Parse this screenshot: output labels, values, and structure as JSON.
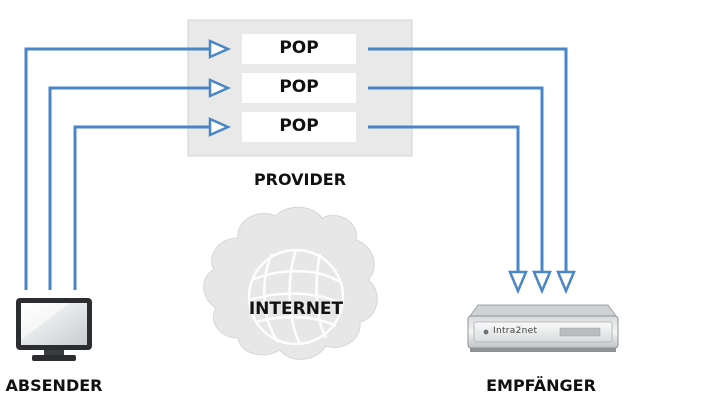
{
  "provider": {
    "label": "PROVIDER",
    "pops": [
      "POP",
      "POP",
      "POP"
    ]
  },
  "internet": {
    "label": "INTERNET"
  },
  "sender": {
    "label": "ABSENDER",
    "icon": "monitor-icon"
  },
  "receiver": {
    "label": "EMPFÄNGER",
    "icon": "server-appliance-icon",
    "brand": "Intra2net"
  },
  "colors": {
    "arrow": "#4a86c6",
    "provider_box": "#e8e9e8",
    "pop_box": "#ffffff",
    "cloud": "#e7e7e7"
  }
}
